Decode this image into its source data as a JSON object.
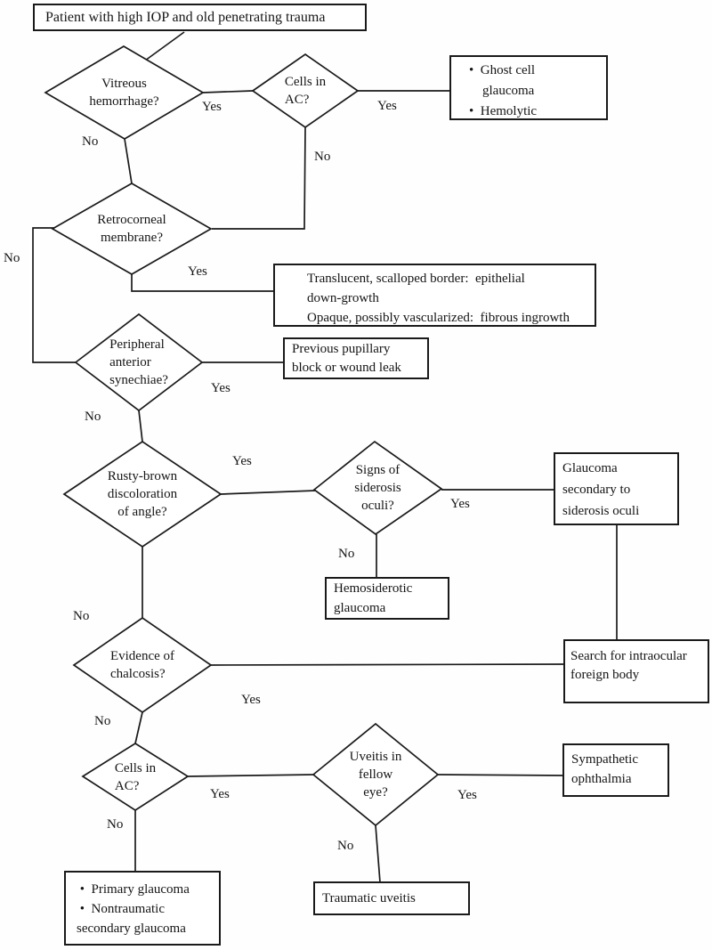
{
  "title": "Patient with high IOP and old penetrating trauma",
  "labels": {
    "yes": "Yes",
    "no": "No"
  },
  "decisions": {
    "vitreous_hemorrhage": "Vitreous\nhemorrhage?",
    "cells_in_ac_top": "Cells in\nAC?",
    "retrocorneal_membrane": "Retrocorneal\nmembrane?",
    "peripheral_synechiae": "Peripheral\nanterior\nsynechiae?",
    "rusty_brown_angle": "Rusty-brown\ndiscoloration\nof angle?",
    "siderosis_oculi": "Signs of\nsiderosis\noculi?",
    "chalcosis": "Evidence of\nchalcosis?",
    "cells_in_ac_bottom": "Cells in\nAC?",
    "uveitis_fellow_eye": "Uveitis in\nfellow\neye?"
  },
  "outcomes": {
    "ghost_cell_hemolytic": "•  Ghost cell\n    glaucoma\n•  Hemolytic",
    "membrane_findings": "Translucent, scalloped border:  epithelial\ndown-growth\nOpaque, possibly vascularized:  fibrous ingrowth",
    "pupillary_block": "Previous pupillary\nblock or wound leak",
    "glaucoma_siderosis": "Glaucoma\nsecondary to\nsiderosis oculi",
    "hemosiderotic_glaucoma": "Hemosiderotic\nglaucoma",
    "search_foreign_body": "Search for intraocular\nforeign body",
    "sympathetic_ophthalmia": "Sympathetic\nophthalmia",
    "primary_nontraumatic": " •  Primary glaucoma\n •  Nontraumatic\nsecondary glaucoma",
    "traumatic_uveitis": "Traumatic uveitis"
  }
}
